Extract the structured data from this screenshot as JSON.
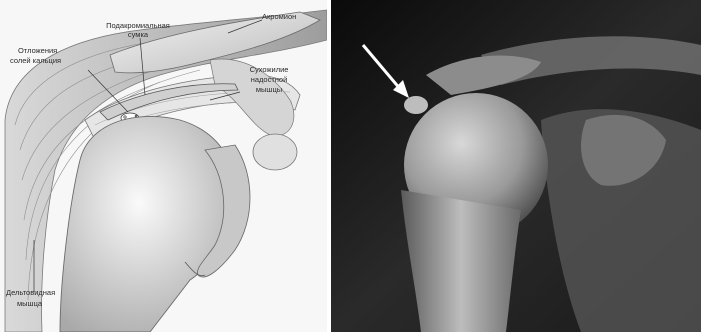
{
  "illustration": {
    "labels": {
      "acromion": "Акромион",
      "subacromial_bursa_1": "Подакромиальная",
      "subacromial_bursa_2": "сумка",
      "calcium_deposits_1": "Отложения",
      "calcium_deposits_2": "солей кальция",
      "supraspinatus_tendon_1": "Сухожилие",
      "supraspinatus_tendon_2": "надостной",
      "supraspinatus_tendon_3": "мышцы",
      "deltoid_1": "Дельтовидная",
      "deltoid_2": "мышца"
    }
  },
  "xray": {
    "arrow_color": "#ffffff"
  }
}
